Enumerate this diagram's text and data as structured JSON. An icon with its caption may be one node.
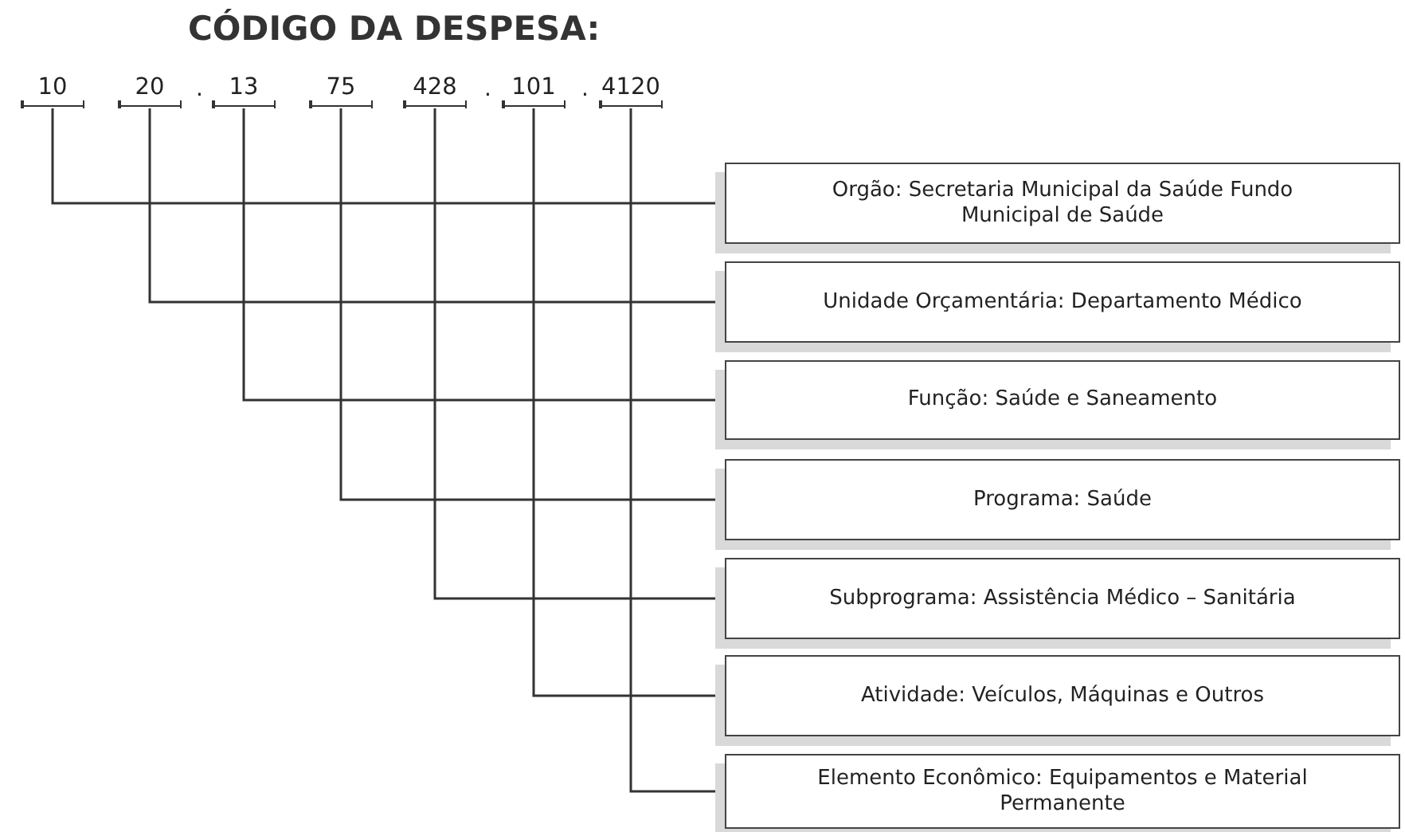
{
  "diagram": {
    "title": "CÓDIGO DA DESPESA:",
    "nodes": [
      {
        "text": [
          "10"
        ]
      },
      {
        "text": [
          "20"
        ]
      },
      {
        "text": [
          "13"
        ]
      },
      {
        "text": [
          "75"
        ]
      },
      {
        "text": [
          "428"
        ]
      },
      {
        "text": [
          "101"
        ]
      },
      {
        "text": [
          "4120"
        ]
      },
      {
        "text": [
          "Orgão: Secretaria Municipal da Saúde Fundo Municipal de Saúde"
        ]
      },
      {
        "text": [
          "Unidade Orçamentária: Departamento Médico"
        ]
      },
      {
        "text": [
          "Função: Saúde e Saneamento"
        ]
      },
      {
        "text": [
          "Programa: Saúde"
        ]
      },
      {
        "text": [
          "Subprograma: Assistência Médico – Sanitária"
        ]
      },
      {
        "text": [
          "Atividade: Veículos, Máquinas e Outros"
        ]
      },
      {
        "text": [
          "Elemento Econômico: Equipamentos e Material Permanente"
        ]
      }
    ],
    "edges": [
      {
        "from": 0,
        "to": 7,
        "arrow": "none"
      },
      {
        "from": 1,
        "to": 8,
        "arrow": "none"
      },
      {
        "from": 2,
        "to": 9,
        "arrow": "none"
      },
      {
        "from": 3,
        "to": 10,
        "arrow": "none"
      },
      {
        "from": 4,
        "to": 11,
        "arrow": "none"
      },
      {
        "from": 5,
        "to": 12,
        "arrow": "none"
      },
      {
        "from": 6,
        "to": 13,
        "arrow": "none"
      }
    ],
    "labels": [
      ".",
      ".",
      "."
    ]
  }
}
